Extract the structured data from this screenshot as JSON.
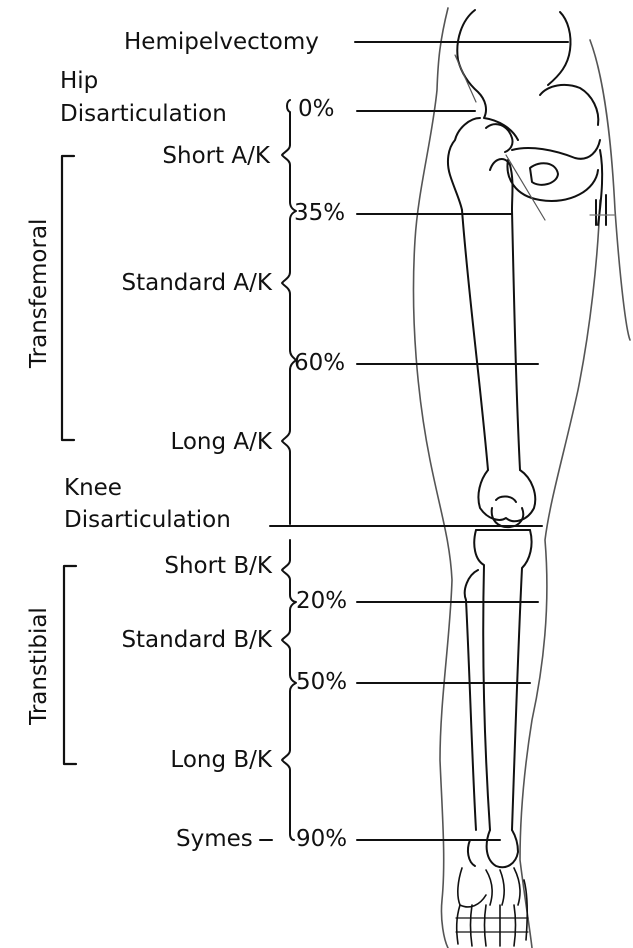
{
  "levels": {
    "hemipelvectomy": "Hemipelvectomy",
    "hip": "Hip",
    "disarticulation_hip": "Disarticulation",
    "short_ak": "Short A/K",
    "standard_ak": "Standard A/K",
    "long_ak": "Long A/K",
    "knee": "Knee",
    "disarticulation_knee": "Disarticulation",
    "short_bk": "Short B/K",
    "standard_bk": "Standard B/K",
    "long_bk": "Long B/K",
    "symes": "Symes"
  },
  "groups": {
    "transfemoral": "Transfemoral",
    "transtibial": "Transtibial"
  },
  "percents": {
    "p0": "0%",
    "p35": "35%",
    "p60": "60%",
    "p20": "20%",
    "p50": "50%",
    "p90": "90%"
  }
}
